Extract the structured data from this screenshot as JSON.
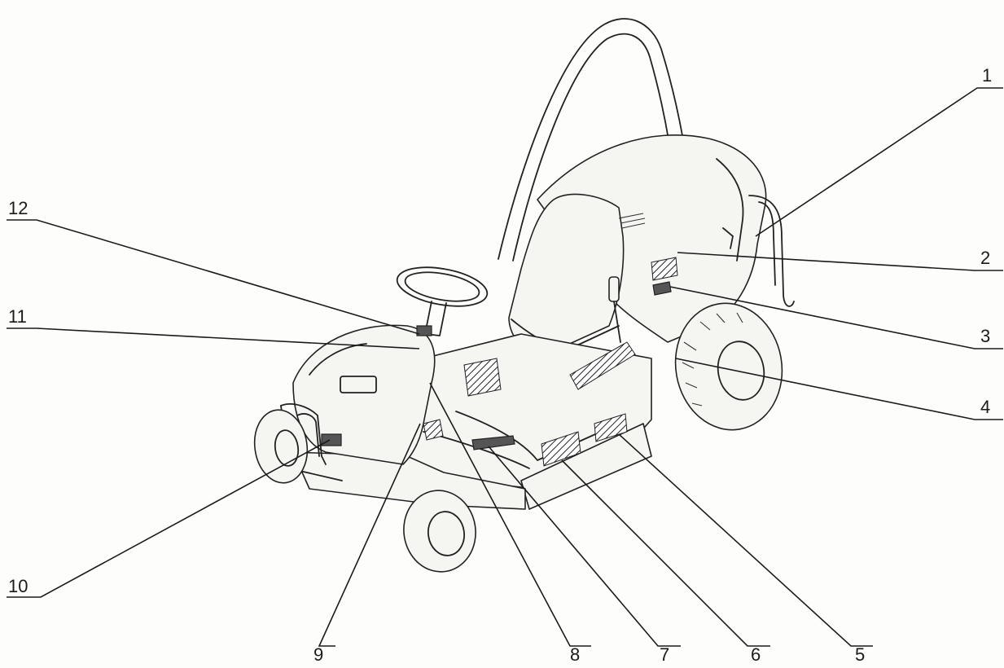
{
  "callouts": [
    {
      "id": "1",
      "label": "1"
    },
    {
      "id": "2",
      "label": "2"
    },
    {
      "id": "3",
      "label": "3"
    },
    {
      "id": "4",
      "label": "4"
    },
    {
      "id": "5",
      "label": "5"
    },
    {
      "id": "6",
      "label": "6"
    },
    {
      "id": "7",
      "label": "7"
    },
    {
      "id": "8",
      "label": "8"
    },
    {
      "id": "9",
      "label": "9"
    },
    {
      "id": "10",
      "label": "10"
    },
    {
      "id": "11",
      "label": "11"
    },
    {
      "id": "12",
      "label": "12"
    }
  ],
  "colors": {
    "ink": "#1b1b1b",
    "paper": "#fdfdfb"
  }
}
